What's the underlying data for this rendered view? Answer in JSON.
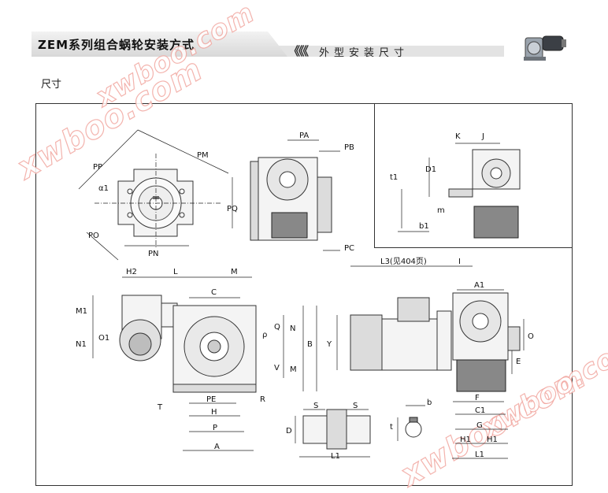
{
  "header": {
    "title": "ZEM系列组合蜗轮安装方式",
    "chevrons": "《《《",
    "subtitle": "外型安装尺寸"
  },
  "section_label": "尺寸",
  "watermark": "xwboo.com",
  "dims": {
    "PA": "PA",
    "PB": "PB",
    "PC": "PC",
    "PP": "PP",
    "PM": "PM",
    "PQ": "PQ",
    "PO": "PO",
    "PN": "PN",
    "a1": "α1",
    "K": "K",
    "J": "J",
    "t1": "t1",
    "D1": "D1",
    "m": "m",
    "b1": "b1",
    "H2": "H2",
    "L": "L",
    "M": "M",
    "C": "C",
    "M1": "M1",
    "N1": "N1",
    "O1": "O1",
    "Q": "Q",
    "N": "N",
    "B": "B",
    "Mv": "M",
    "V": "V",
    "rho": "ρ",
    "T": "T",
    "PE": "PE",
    "H": "H",
    "P": "P",
    "A": "A",
    "R": "R",
    "S1": "S",
    "S2": "S",
    "D": "D",
    "L1a": "L1",
    "b": "b",
    "t": "t",
    "L3": "L3(见404页)",
    "I": "I",
    "A1": "A1",
    "Y": "Y",
    "O": "O",
    "E": "E",
    "F": "F",
    "C1": "C1",
    "G": "G",
    "H1a": "H1",
    "H1b": "H1",
    "L1b": "L1"
  }
}
